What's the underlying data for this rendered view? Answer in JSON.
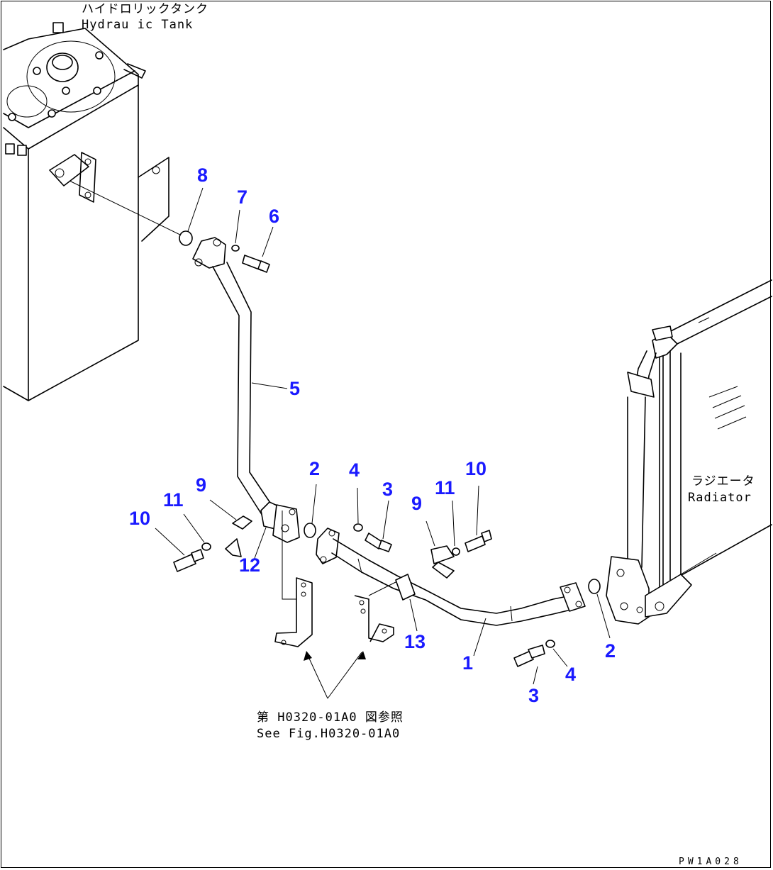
{
  "labels": {
    "tank_jp": "ハイドロリックタンク",
    "tank_en": "Hydrau ic Tank",
    "radiator_jp": "ラジエータ",
    "radiator_en": "Radiator",
    "ref_jp": "第 H0320-01A0 図参照",
    "ref_en": "See Fig.H0320-01A0",
    "drawing_code": "PW1A028"
  },
  "callouts": {
    "c1": "1",
    "c2a": "2",
    "c2b": "2",
    "c3a": "3",
    "c3b": "3",
    "c4a": "4",
    "c4b": "4",
    "c5": "5",
    "c6": "6",
    "c7": "7",
    "c8": "8",
    "c9a": "9",
    "c9b": "9",
    "c10a": "10",
    "c10b": "10",
    "c11a": "11",
    "c11b": "11",
    "c12": "12",
    "c13": "13"
  },
  "colors": {
    "callout": "#1a1aff",
    "line": "#000000"
  }
}
